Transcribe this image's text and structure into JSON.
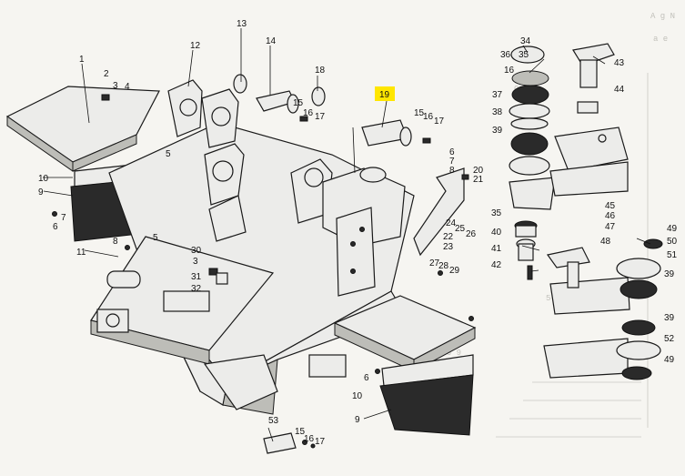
{
  "diagram": {
    "highlighted_callout": "19",
    "callouts": [
      {
        "id": "c1",
        "text": "1"
      },
      {
        "id": "c2",
        "text": "2"
      },
      {
        "id": "c3",
        "text": "3"
      },
      {
        "id": "c4",
        "text": "4"
      },
      {
        "id": "c5a",
        "text": "5"
      },
      {
        "id": "c5b",
        "text": "5"
      },
      {
        "id": "c6a",
        "text": "6"
      },
      {
        "id": "c6b",
        "text": "6"
      },
      {
        "id": "c6c",
        "text": "6"
      },
      {
        "id": "c7a",
        "text": "7"
      },
      {
        "id": "c7b",
        "text": "7"
      },
      {
        "id": "c8a",
        "text": "8"
      },
      {
        "id": "c8b",
        "text": "8"
      },
      {
        "id": "c9a",
        "text": "9"
      },
      {
        "id": "c9b",
        "text": "9"
      },
      {
        "id": "c10a",
        "text": "10"
      },
      {
        "id": "c10b",
        "text": "10"
      },
      {
        "id": "c11",
        "text": "11"
      },
      {
        "id": "c12",
        "text": "12"
      },
      {
        "id": "c13",
        "text": "13"
      },
      {
        "id": "c14",
        "text": "14"
      },
      {
        "id": "c15a",
        "text": "15"
      },
      {
        "id": "c15b",
        "text": "15"
      },
      {
        "id": "c15c",
        "text": "15"
      },
      {
        "id": "c16a",
        "text": "16"
      },
      {
        "id": "c16b",
        "text": "16"
      },
      {
        "id": "c16c",
        "text": "16"
      },
      {
        "id": "c16d",
        "text": "16"
      },
      {
        "id": "c17a",
        "text": "17"
      },
      {
        "id": "c17b",
        "text": "17"
      },
      {
        "id": "c17c",
        "text": "17"
      },
      {
        "id": "c18",
        "text": "18"
      },
      {
        "id": "c19",
        "text": "19"
      },
      {
        "id": "c20",
        "text": "20"
      },
      {
        "id": "c21",
        "text": "21"
      },
      {
        "id": "c22",
        "text": "22"
      },
      {
        "id": "c23",
        "text": "23"
      },
      {
        "id": "c24",
        "text": "24"
      },
      {
        "id": "c25",
        "text": "25"
      },
      {
        "id": "c26",
        "text": "26"
      },
      {
        "id": "c27",
        "text": "27"
      },
      {
        "id": "c28",
        "text": "28"
      },
      {
        "id": "c29",
        "text": "29"
      },
      {
        "id": "c30",
        "text": "30"
      },
      {
        "id": "c3b",
        "text": "3"
      },
      {
        "id": "c31",
        "text": "31"
      },
      {
        "id": "c32",
        "text": "32"
      },
      {
        "id": "c34",
        "text": "34"
      },
      {
        "id": "c35a",
        "text": "35"
      },
      {
        "id": "c35b",
        "text": "35"
      },
      {
        "id": "c36",
        "text": "36"
      },
      {
        "id": "c37",
        "text": "37"
      },
      {
        "id": "c38",
        "text": "38"
      },
      {
        "id": "c39a",
        "text": "39"
      },
      {
        "id": "c39b",
        "text": "39"
      },
      {
        "id": "c39c",
        "text": "39"
      },
      {
        "id": "c40",
        "text": "40"
      },
      {
        "id": "c41",
        "text": "41"
      },
      {
        "id": "c42",
        "text": "42"
      },
      {
        "id": "c43",
        "text": "43"
      },
      {
        "id": "c44",
        "text": "44"
      },
      {
        "id": "c45",
        "text": "45"
      },
      {
        "id": "c46",
        "text": "46"
      },
      {
        "id": "c47",
        "text": "47"
      },
      {
        "id": "c48",
        "text": "48"
      },
      {
        "id": "c49a",
        "text": "49"
      },
      {
        "id": "c49b",
        "text": "49"
      },
      {
        "id": "c50",
        "text": "50"
      },
      {
        "id": "c51",
        "text": "51"
      },
      {
        "id": "c52",
        "text": "52"
      },
      {
        "id": "c53",
        "text": "53"
      }
    ],
    "colors": {
      "highlight": "#ffe600",
      "ink": "#111111",
      "paper": "#f6f5f1"
    }
  }
}
